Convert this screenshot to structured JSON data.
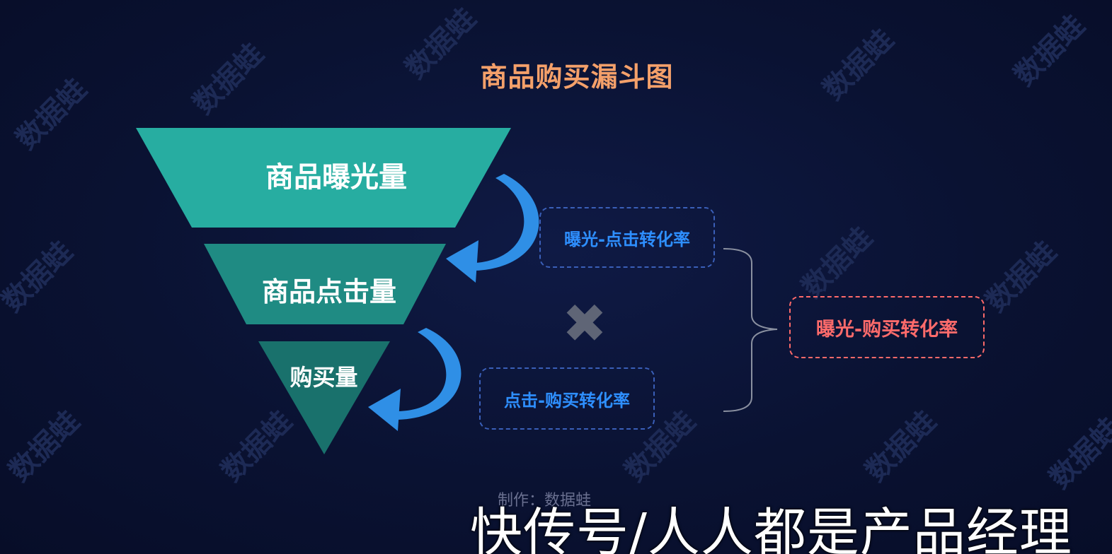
{
  "title": "商品购买漏斗图",
  "funnel": {
    "stages": [
      {
        "label": "商品曝光量",
        "color": "#27ada1"
      },
      {
        "label": "商品点击量",
        "color": "#1f8b83"
      },
      {
        "label": "购买量",
        "color": "#19716c"
      }
    ]
  },
  "rates": {
    "exposure_click": "曝光-点击转化率",
    "click_purchase": "点击-购买转化率",
    "exposure_purchase": "曝光-购买转化率"
  },
  "multiply_symbol": "✖",
  "credit": "制作：数据蛙",
  "watermark": "数据蛙",
  "footer_text": "快传号/人人都是产品经理",
  "colors": {
    "background": "#0a1232",
    "title": "#f4a06a",
    "arrow": "#2f8fe6",
    "rate_box_border": "#3a5fb8",
    "rate_text": "#2e8fff",
    "total_border": "#ff6a6a",
    "total_text": "#ff6b6b",
    "multiply": "#5f6576",
    "bracket": "#8a90a0"
  }
}
